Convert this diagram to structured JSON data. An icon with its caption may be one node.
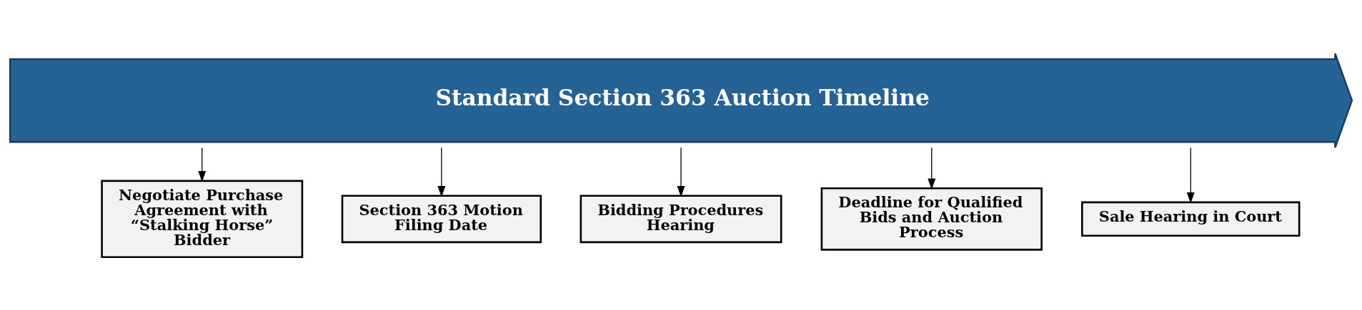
{
  "diagram": {
    "nodes": [
      {
        "text": [
          "Standard Section 363 Auction Timeline"
        ]
      },
      {
        "text": [
          "Negotiate Purchase Agreement with “Stalking Horse” Bidder"
        ]
      },
      {
        "text": [
          "Section 363 Motion Filing Date"
        ]
      },
      {
        "text": [
          "Bidding Procedures Hearing"
        ]
      },
      {
        "text": [
          "Deadline for Qualified Bids and Auction Process"
        ]
      },
      {
        "text": [
          "Sale Hearing in Court"
        ]
      }
    ],
    "edges": [
      {
        "from": 0,
        "to": 1,
        "arrow": "to"
      },
      {
        "from": 0,
        "to": 2,
        "arrow": "to"
      },
      {
        "from": 0,
        "to": 3,
        "arrow": "to"
      },
      {
        "from": 0,
        "to": 4,
        "arrow": "to"
      },
      {
        "from": 0,
        "to": 5,
        "arrow": "to"
      }
    ]
  }
}
